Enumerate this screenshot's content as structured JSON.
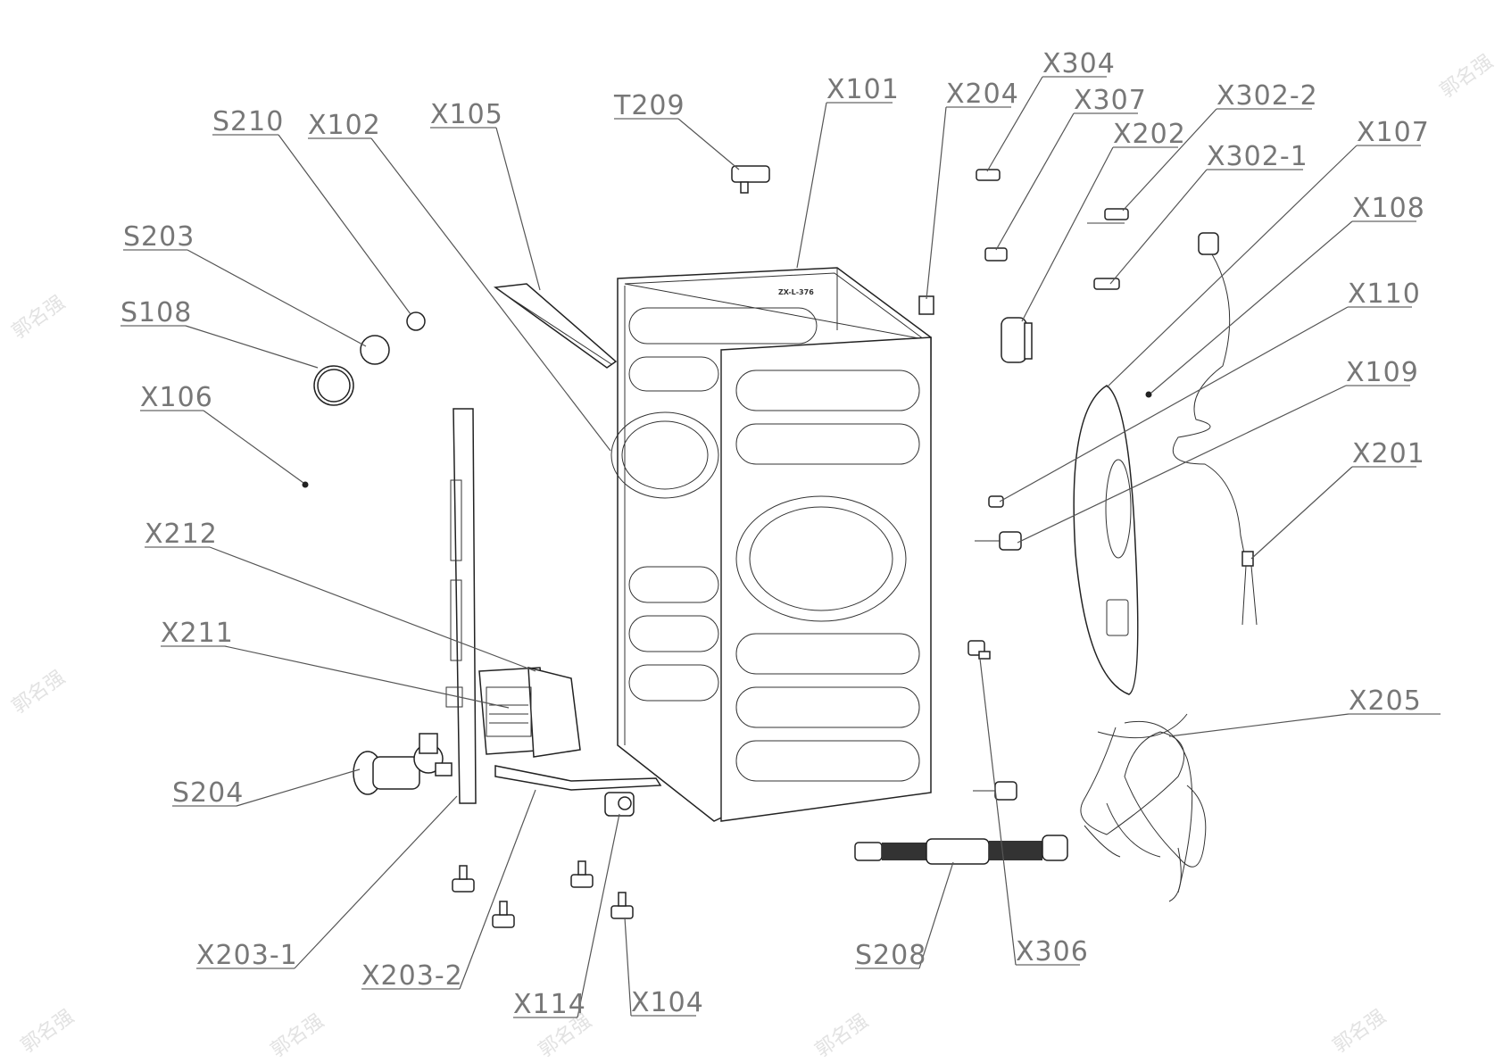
{
  "diagram": {
    "watermark": "郭名强",
    "callouts": [
      {
        "id": "S210"
      },
      {
        "id": "X102"
      },
      {
        "id": "X105"
      },
      {
        "id": "T209"
      },
      {
        "id": "X101"
      },
      {
        "id": "X204"
      },
      {
        "id": "X304"
      },
      {
        "id": "X307"
      },
      {
        "id": "X302-2"
      },
      {
        "id": "X202"
      },
      {
        "id": "X302-1"
      },
      {
        "id": "X107"
      },
      {
        "id": "X108"
      },
      {
        "id": "X110"
      },
      {
        "id": "X109"
      },
      {
        "id": "X201"
      },
      {
        "id": "S203"
      },
      {
        "id": "S108"
      },
      {
        "id": "X106"
      },
      {
        "id": "X212"
      },
      {
        "id": "X211"
      },
      {
        "id": "S204"
      },
      {
        "id": "X205"
      },
      {
        "id": "X203-1"
      },
      {
        "id": "X203-2"
      },
      {
        "id": "X114"
      },
      {
        "id": "X104"
      },
      {
        "id": "S208"
      },
      {
        "id": "X306"
      }
    ]
  }
}
